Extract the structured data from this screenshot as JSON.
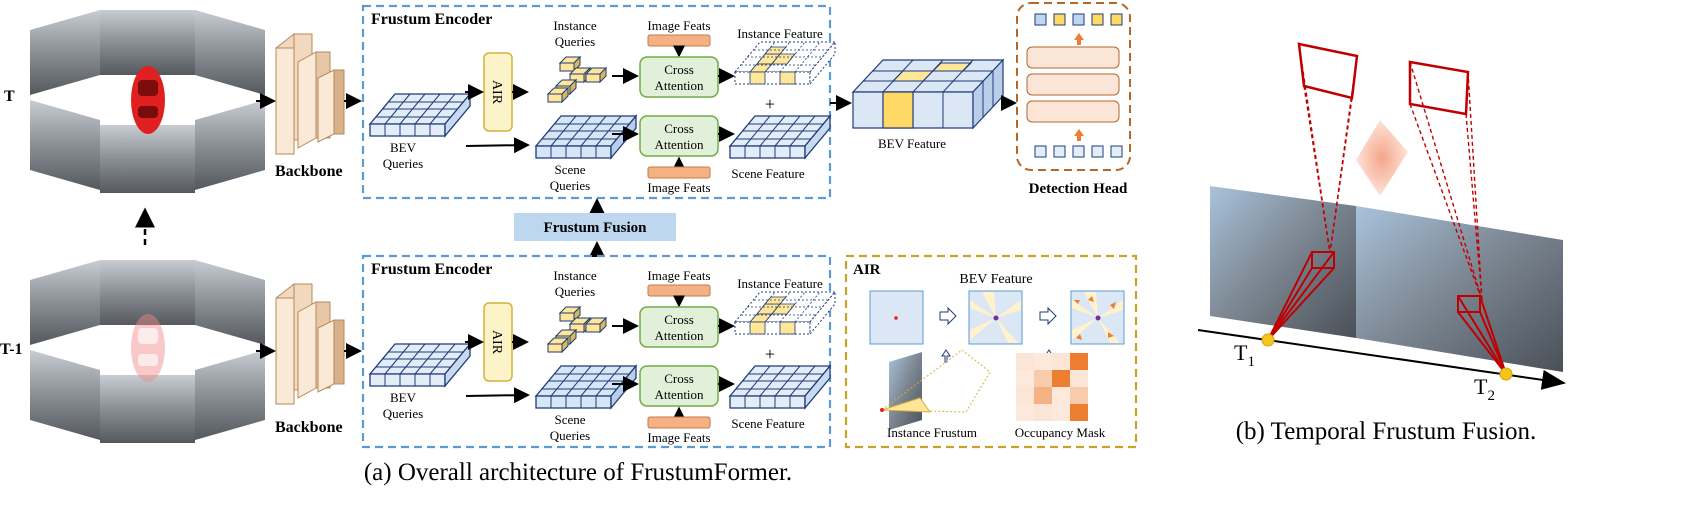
{
  "colors": {
    "encoder_border": "#5b9bd5",
    "air_border": "#c9a227",
    "head_border": "#b5672a",
    "grid_fill": "#e3edf8",
    "grid_stroke": "#1f3b7a",
    "air_box_fill": "#fdf3c8",
    "air_box_stroke": "#d4b23a",
    "cross_fill": "#e2f0d9",
    "cross_stroke": "#70ad47",
    "image_feat_fill": "#f4b183",
    "fusion_fill": "#bdd7ee",
    "instance_fill": "#ffe699",
    "head_layer_fill": "#fbe5d6",
    "frustum_red": "#c00000",
    "car_red": "#e02020",
    "point_yellow": "#f5c518"
  },
  "labels": {
    "t": "T",
    "t_minus_1": "T-1",
    "backbone": "Backbone",
    "frustum_encoder": "Frustum Encoder",
    "air": "AIR",
    "instance_queries_line1": "Instance",
    "instance_queries_line2": "Queries",
    "bev_queries_line1": "BEV",
    "bev_queries_line2": "Queries",
    "scene_queries_line1": "Scene",
    "scene_queries_line2": "Queries",
    "image_feats": "Image Feats",
    "cross_line1": "Cross",
    "cross_line2": "Attention",
    "instance_feature": "Instance Feature",
    "scene_feature": "Scene Feature",
    "plus": "+",
    "bev_feature": "BEV Feature",
    "detection_head": "Detection  Head",
    "frustum_fusion": "Frustum Fusion",
    "air_panel_title": "AIR",
    "air_bev_feature": "BEV Feature",
    "instance_frustum": "Instance Frustum",
    "occupancy_mask": "Occupancy Mask",
    "t1": "T",
    "t1_sub": "1",
    "t2": "T",
    "t2_sub": "2"
  },
  "captions": {
    "a": "(a) Overall architecture of FrustumFormer.",
    "b": "(b) Temporal Frustum Fusion."
  },
  "icons": [
    "camera-view-hexagon",
    "ego-car-icon",
    "backbone-stack",
    "bev-grid",
    "instance-cubes",
    "air-arrow",
    "frustum-pyramid",
    "occupancy-heatmap"
  ]
}
